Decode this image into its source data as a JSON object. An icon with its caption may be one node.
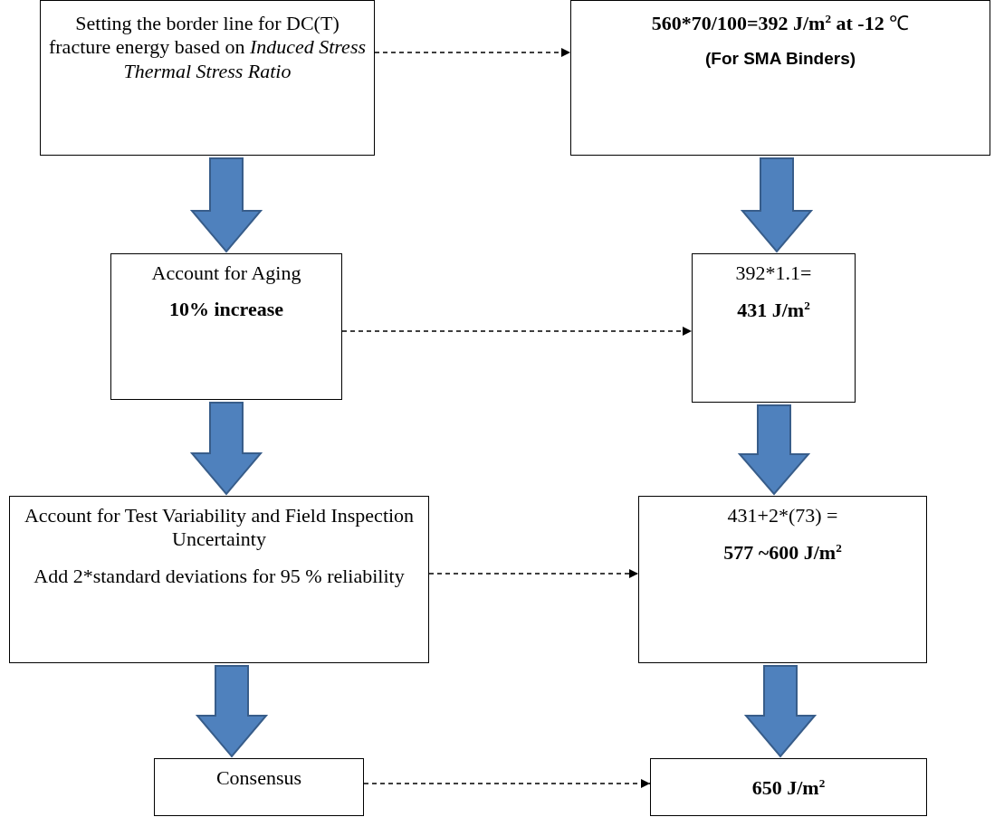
{
  "diagram": {
    "nodes": [
      {
        "text": [
          "Setting the border line for DC(T) fracture energy based on *Induced Stress Thermal Stress Ratio*"
        ]
      },
      {
        "text": [
          "**560*70/100=392 J/m$^{2}$ at -12** ℃",
          "**(For SMA Binders)**"
        ]
      },
      {
        "text": [
          "Account for Aging",
          "**10% increase**"
        ]
      },
      {
        "text": [
          "392*1.1=",
          "**431 J/m$^{2}$**"
        ]
      },
      {
        "text": [
          "Account for Test Variability and Field Inspection Uncertainty",
          "Add 2*standard deviations for 95 % reliability"
        ]
      },
      {
        "text": [
          "431+2*(73) =",
          "**577 ~600 J/m$^{2}$**"
        ]
      },
      {
        "text": [
          "Consensus"
        ]
      },
      {
        "text": [
          "**650 J/m$^{2}$**"
        ]
      }
    ],
    "edges": [
      {
        "from": 0,
        "to": 1,
        "arrow": "to",
        "style": "dashed"
      },
      {
        "from": 0,
        "to": 2,
        "arrow": "to",
        "style": "thick",
        "color": "#4f81bd"
      },
      {
        "from": 1,
        "to": 3,
        "arrow": "to",
        "style": "thick",
        "color": "#4f81bd"
      },
      {
        "from": 2,
        "to": 3,
        "arrow": "to",
        "style": "dashed"
      },
      {
        "from": 2,
        "to": 4,
        "arrow": "to",
        "style": "thick",
        "color": "#4f81bd"
      },
      {
        "from": 3,
        "to": 5,
        "arrow": "to",
        "style": "thick",
        "color": "#4f81bd"
      },
      {
        "from": 4,
        "to": 5,
        "arrow": "to",
        "style": "dashed"
      },
      {
        "from": 4,
        "to": 6,
        "arrow": "to",
        "style": "thick",
        "color": "#4f81bd"
      },
      {
        "from": 5,
        "to": 7,
        "arrow": "to",
        "style": "thick",
        "color": "#4f81bd"
      },
      {
        "from": 6,
        "to": 7,
        "arrow": "to",
        "style": "dashed"
      }
    ]
  }
}
